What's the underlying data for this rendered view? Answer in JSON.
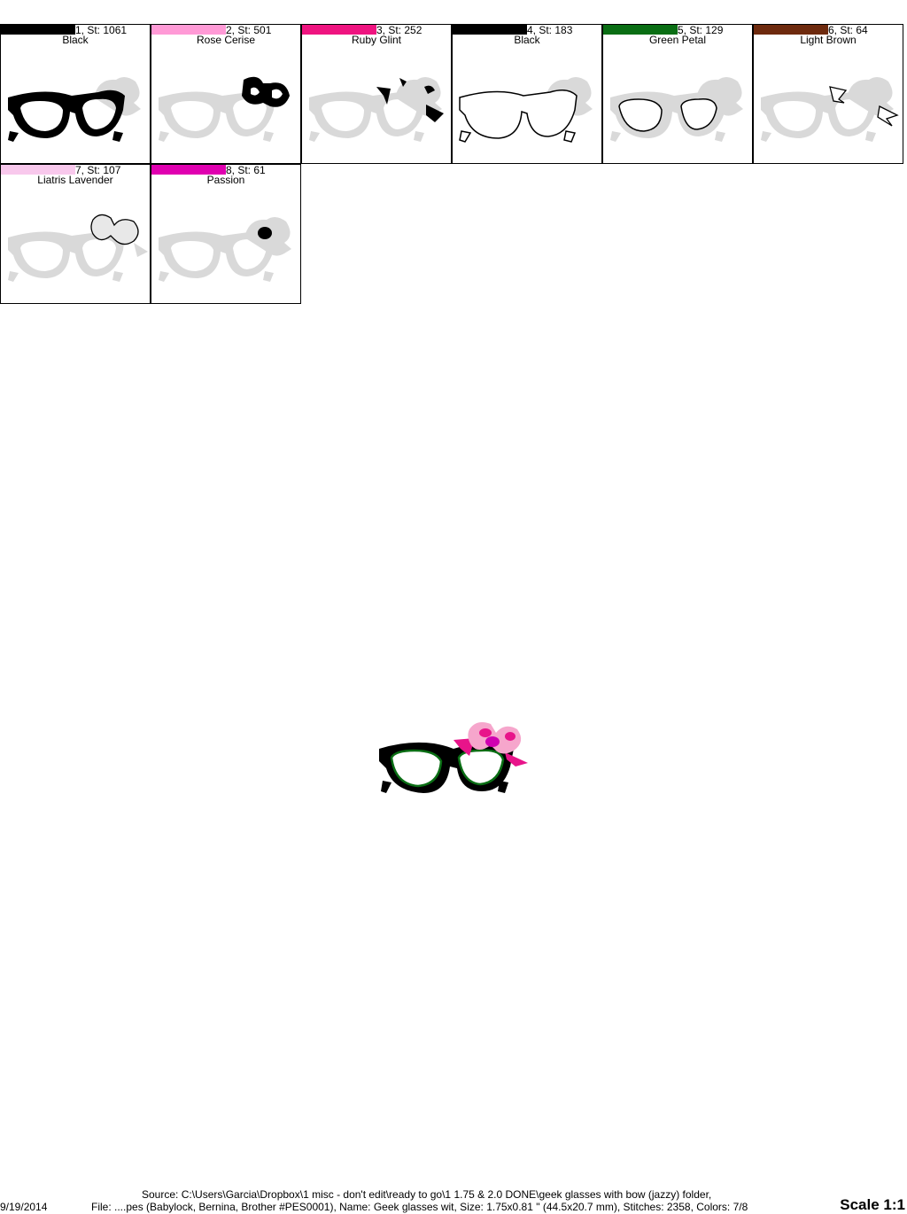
{
  "steps": [
    {
      "label": "1, St: 1061",
      "name": "Black",
      "color": "#000000"
    },
    {
      "label": "2, St: 501",
      "name": "Rose Cerise",
      "color": "#ff9ad6"
    },
    {
      "label": "3, St: 252",
      "name": "Ruby Glint",
      "color": "#ef1480"
    },
    {
      "label": "4, St: 183",
      "name": "Black",
      "color": "#000000"
    },
    {
      "label": "5, St: 129",
      "name": "Green Petal",
      "color": "#0a6e14"
    },
    {
      "label": "6, St: 64",
      "name": "Light Brown",
      "color": "#6e2a0e"
    },
    {
      "label": "7, St: 107",
      "name": "Liatris Lavender",
      "color": "#f8c8ec"
    },
    {
      "label": "8, St: 61",
      "name": "Passion",
      "color": "#e000b0"
    }
  ],
  "footer": {
    "source": "Source: C:\\Users\\Garcia\\Dropbox\\1 misc - don't edit\\ready to go\\1 1.75 & 2.0 DONE\\geek glasses with bow (jazzy) folder,",
    "date": "9/19/2014",
    "file": "File: ....pes (Babylock, Bernina, Brother #PES0001), Name: Geek glasses wit, Size: 1.75x0.81 \" (44.5x20.7 mm), Stitches: 2358, Colors: 7/8",
    "scale": "Scale 1:1"
  }
}
